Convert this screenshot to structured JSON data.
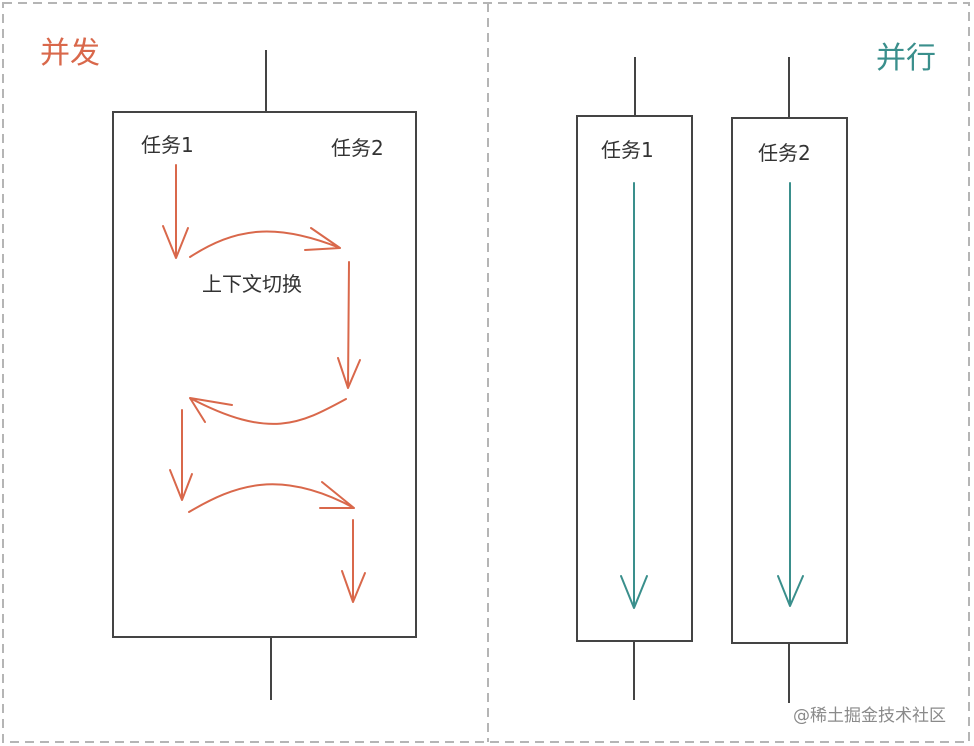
{
  "colors": {
    "concurrent": "#d9684b",
    "parallel": "#3a8f8c",
    "box": "#444444",
    "divider": "#b5b5b5",
    "text": "#333333"
  },
  "concurrent": {
    "title": "并发",
    "task1": "任务1",
    "task2": "任务2",
    "switch_label": "上下文切换"
  },
  "parallel": {
    "title": "并行",
    "task1": "任务1",
    "task2": "任务2"
  },
  "watermark": {
    "text": "@稀土掘金技术社区"
  }
}
